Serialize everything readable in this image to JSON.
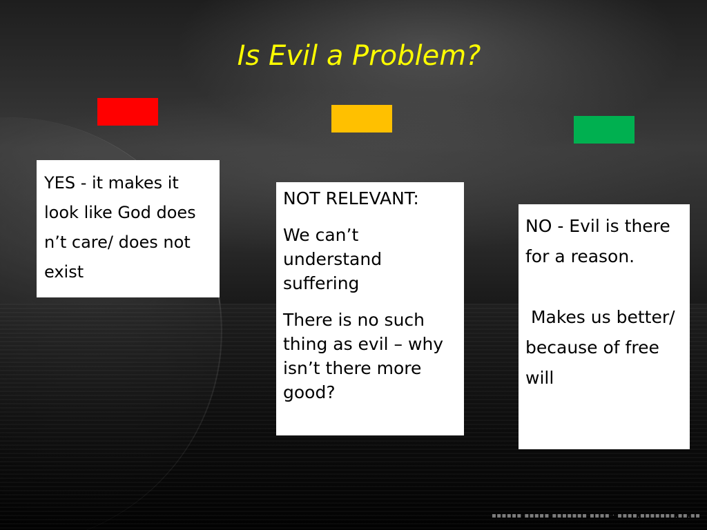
{
  "slide": {
    "title": "Is Evil a Problem?",
    "colors": {
      "title": "#ffff00",
      "red": "#ff0000",
      "amber": "#ffc000",
      "green": "#00b050"
    }
  },
  "boxes": {
    "yes": {
      "text": "YES - it makes it look like God does n’t care/ does not exist"
    },
    "neutral": {
      "heading": "NOT RELEVANT:",
      "point1": "We can’t understand suffering",
      "point2": "There is no such thing as evil – why isn’t there more good?"
    },
    "no": {
      "line1": "NO - Evil is there for a reason.",
      "line2": " Makes us better/ because of free will"
    }
  }
}
